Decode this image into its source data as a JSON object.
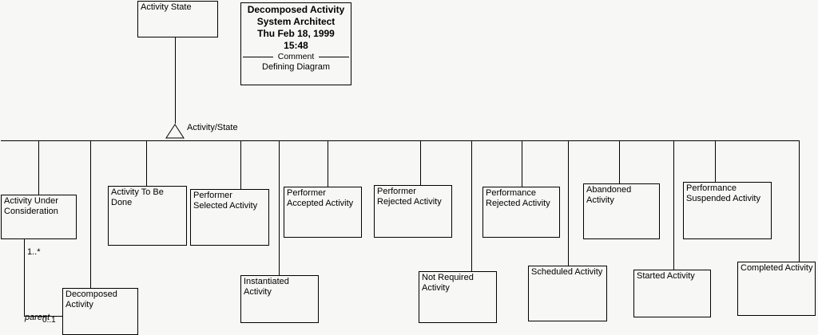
{
  "diagram": {
    "title_block": {
      "name": "Decomposed Activity",
      "author": "System Architect",
      "date": "Thu Feb 18, 1999",
      "time": "15:48",
      "separator_label": "Comment",
      "comment": "Defining Diagram"
    },
    "superclass": {
      "label": "Activity State"
    },
    "generalization": {
      "label": "Activity/State"
    },
    "subclasses": [
      {
        "id": "activity-under-consideration",
        "label": "Activity Under\nConsideration"
      },
      {
        "id": "activity-to-be-done",
        "label": "Activity To Be\nDone"
      },
      {
        "id": "performer-selected-activity",
        "label": "Performer\nSelected Activity"
      },
      {
        "id": "performer-accepted-activity",
        "label": "Performer\nAccepted Activity"
      },
      {
        "id": "performer-rejected-activity",
        "label": "Performer\nRejected Activity"
      },
      {
        "id": "performance-rejected-activity",
        "label": "Performance\nRejected Activity"
      },
      {
        "id": "abandoned-activity",
        "label": "Abandoned\nActivity"
      },
      {
        "id": "performance-suspended-activity",
        "label": "Performance\nSuspended Activity"
      },
      {
        "id": "instantiated-activity",
        "label": "Instantiated Activity"
      },
      {
        "id": "not-required-activity",
        "label": "Not Required\nActivity"
      },
      {
        "id": "scheduled-activity",
        "label": "Scheduled Activity"
      },
      {
        "id": "started-activity",
        "label": "Started Activity"
      },
      {
        "id": "completed-activity",
        "label": "Completed Activity"
      },
      {
        "id": "decomposed-activity",
        "label": "Decomposed\nActivity"
      }
    ],
    "association": {
      "multiplicity_many": "1..*",
      "role_name": "parent",
      "multiplicity_one": "0..1"
    },
    "colors": {
      "background": "#f7f7f5",
      "line": "#000000",
      "text": "#000000"
    }
  }
}
